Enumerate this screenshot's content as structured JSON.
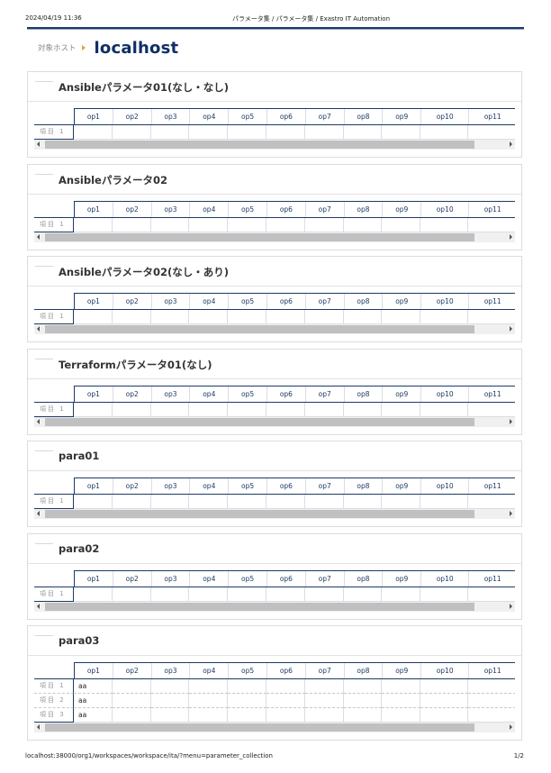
{
  "print_header": {
    "datetime": "2024/04/19 11:36",
    "doc_title": "パラメータ集 / パラメータ集 / Exastro IT Automation"
  },
  "target": {
    "label": "対象ホスト",
    "host": "localhost"
  },
  "columns": [
    "op1",
    "op2",
    "op3",
    "op4",
    "op5",
    "op6",
    "op7",
    "op8",
    "op9",
    "op10",
    "op11"
  ],
  "panels": [
    {
      "title": "Ansibleパラメータ01(なし・なし)",
      "rows": [
        {
          "label": "項目 1",
          "values": []
        }
      ]
    },
    {
      "title": "Ansibleパラメータ02",
      "rows": [
        {
          "label": "項目 1",
          "values": []
        }
      ]
    },
    {
      "title": "Ansibleパラメータ02(なし・あり)",
      "rows": [
        {
          "label": "項目 1",
          "values": []
        }
      ]
    },
    {
      "title": "Terraformパラメータ01(なし)",
      "rows": [
        {
          "label": "項目 1",
          "values": []
        }
      ]
    },
    {
      "title": "para01",
      "rows": [
        {
          "label": "項目 1",
          "values": []
        }
      ]
    },
    {
      "title": "para02",
      "rows": [
        {
          "label": "項目 1",
          "values": []
        }
      ]
    },
    {
      "title": "para03",
      "rows": [
        {
          "label": "項目 1",
          "values": [
            "aa"
          ]
        },
        {
          "label": "項目 2",
          "values": [
            "aa"
          ]
        },
        {
          "label": "項目 3",
          "values": [
            "aa"
          ]
        }
      ]
    }
  ],
  "print_footer": {
    "url": "localhost:38000/org1/workspaces/workspace/ita/?menu=parameter_collection",
    "page": "1/2"
  },
  "colors": {
    "accent": "#1e3a64",
    "host": "#0f2f66",
    "arrow": "#e3a23a"
  },
  "icons": {
    "scroll_left": "scroll-left-arrow-icon",
    "scroll_right": "scroll-right-arrow-icon",
    "target_arrow": "caret-right-icon"
  }
}
